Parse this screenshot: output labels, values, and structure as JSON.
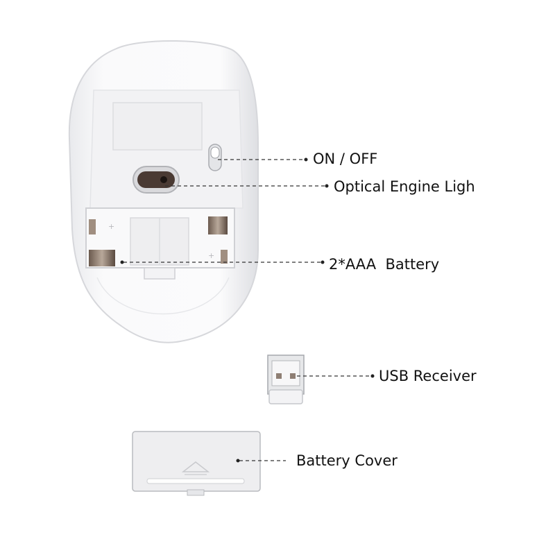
{
  "labels": {
    "on_off": "ON / OFF",
    "optical_engine": "Optical Engine Ligh",
    "battery": "2*AAA  Battery",
    "usb_receiver": "USB Receiver",
    "battery_cover": "Battery Cover"
  },
  "colors": {
    "background": "#ffffff",
    "shell": "#f7f7f8",
    "shell_edge": "#dcdde0",
    "leader": "#333333",
    "text": "#111111"
  }
}
